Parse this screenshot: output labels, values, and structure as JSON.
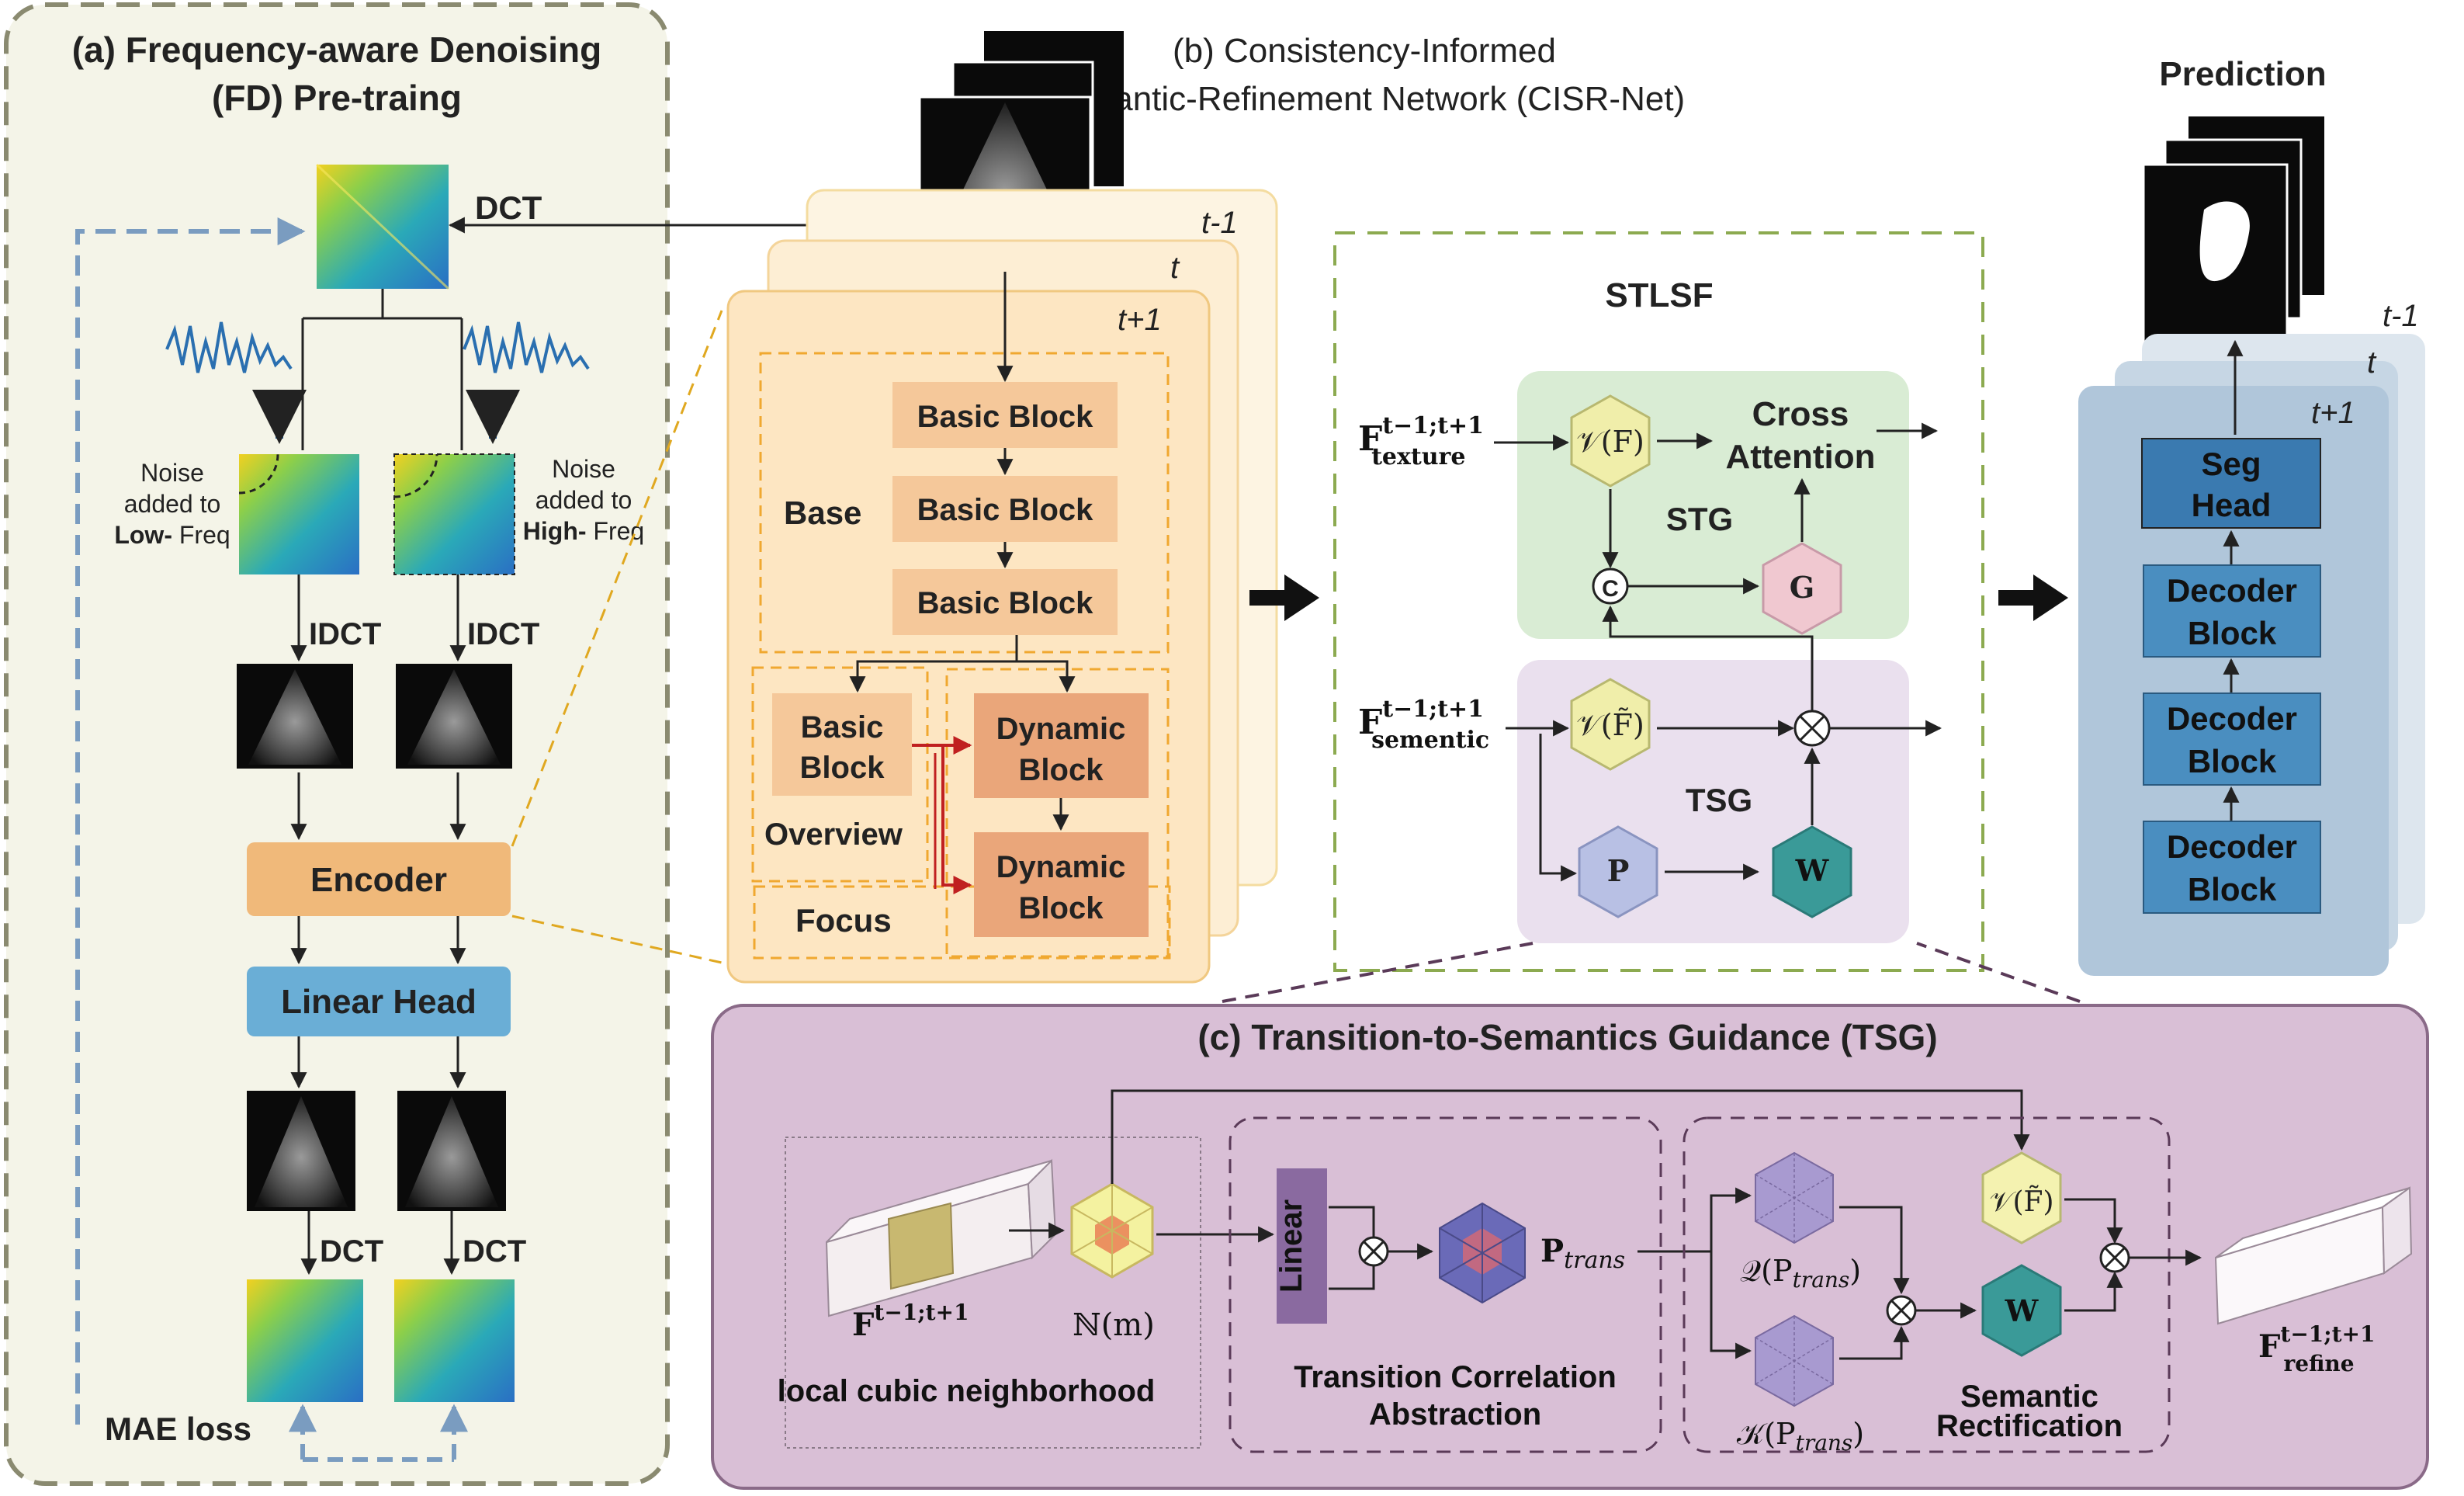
{
  "panel_a": {
    "title_1": "(a) Frequency-aware Denoising",
    "title_2": "(FD) Pre-traing",
    "dct_top": "DCT",
    "noise_left": [
      "Noise",
      "added to"
    ],
    "noise_left_bold": "Low-",
    "noise_left_tail": " Freq",
    "noise_right": [
      "Noise",
      "added to"
    ],
    "noise_right_bold": "High-",
    "noise_right_tail": " Freq",
    "idct_left": "IDCT",
    "idct_right": "IDCT",
    "encoder": "Encoder",
    "linear_head": "Linear Head",
    "dct_bottom_left": "DCT",
    "dct_bottom_right": "DCT",
    "mae_loss": "MAE loss"
  },
  "panel_b": {
    "title_1": "(b) Consistency-Informed",
    "title_2": "Semantic-Refinement Network (CISR-Net)",
    "frame_labels": [
      "t-1",
      "t",
      "t+1"
    ],
    "basic_block": "Basic Block",
    "basic_block_split": [
      "Basic",
      "Block"
    ],
    "dynamic_block": [
      "Dynamic",
      "Block"
    ],
    "base": "Base",
    "overview": "Overview",
    "focus": "Focus"
  },
  "stlsf": {
    "title": "STLSF",
    "f_texture_main": "F",
    "f_texture_sup": "t−1;t+1",
    "f_texture_sub": "texture",
    "f_semantic_main": "F",
    "f_semantic_sup": "t−1;t+1",
    "f_semantic_sub": "sementic",
    "v_f": "𝒱(F)",
    "v_f_tilde": "𝒱(F̃)",
    "cross_attention": [
      "Cross",
      "Attention"
    ],
    "stg": "STG",
    "tsg": "TSG",
    "c_symbol": "C",
    "g": "G",
    "p": "P",
    "w": "W"
  },
  "prediction": {
    "title": "Prediction",
    "frame_labels": [
      "t-1",
      "t",
      "t+1"
    ],
    "seg_head": [
      "Seg",
      "Head"
    ],
    "decoder_block": [
      "Decoder",
      "Block"
    ]
  },
  "panel_c": {
    "title": "(c) Transition-to-Semantics Guidance (TSG)",
    "f_main": "F",
    "f_sup": "t−1;t+1",
    "n_m": "ℕ(m)",
    "local_label": "local cubic neighborhood",
    "linear": "Linear",
    "p_trans_main": "P",
    "p_trans_sub": "trans",
    "q_p": "𝒬(P",
    "k_p": "𝒦(P",
    "trans_close": ")",
    "tca_label": [
      "Transition Correlation",
      "Abstraction"
    ],
    "v_f_tilde": "𝒱(F̃)",
    "w": "W",
    "sr_label": [
      "Semantic",
      "Rectification"
    ],
    "f_refine_main": "F",
    "f_refine_sup": "t−1;t+1",
    "f_refine_sub": "refine"
  },
  "colors": {
    "panel_a_bg": "#f4f4e8",
    "panel_a_border": "#8a8a70",
    "encoder": "#f0b97a",
    "linear_head": "#6aaed6",
    "basic_block": "#f5c89a",
    "dynamic_block": "#eaa67a",
    "stg_bg": "#d9ecd4",
    "tsg_bg": "#eae0ee",
    "decoder": "#4a8ec0",
    "panel_c_bg": "#d9bfd6",
    "panel_c_border": "#8a6a88"
  }
}
